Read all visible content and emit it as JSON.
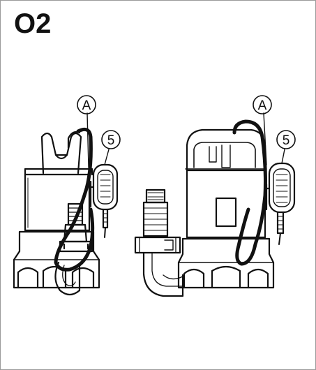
{
  "step_label": "O2",
  "callouts": {
    "left_a": "A",
    "left_5": "5",
    "right_a": "A",
    "right_5": "5"
  }
}
